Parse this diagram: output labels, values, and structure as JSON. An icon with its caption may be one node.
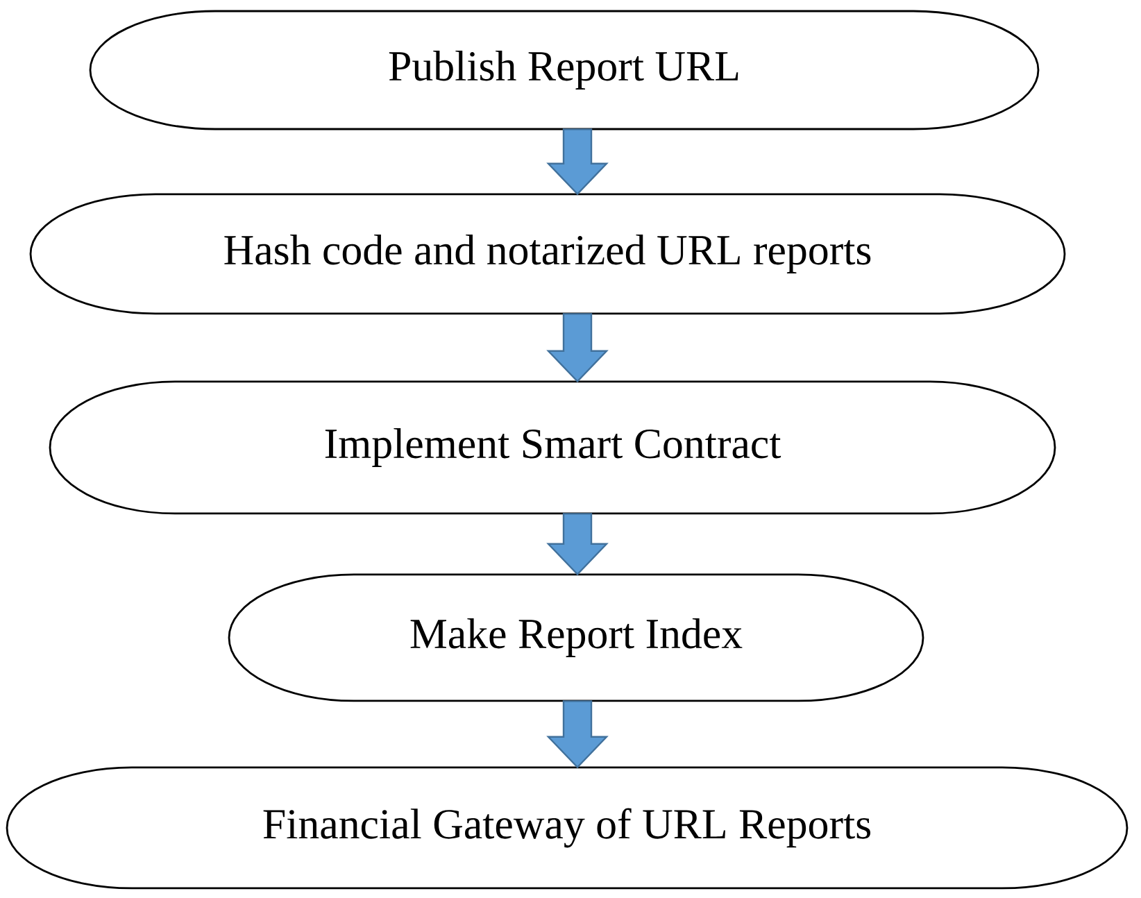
{
  "diagram": {
    "nodes": [
      {
        "text": [
          "Publish Report URL"
        ]
      },
      {
        "text": [
          "Hash code and notarized URL reports"
        ]
      },
      {
        "text": [
          "Implement Smart Contract"
        ]
      },
      {
        "text": [
          "Make Report Index"
        ]
      },
      {
        "text": [
          "Financial Gateway of URL Reports"
        ]
      }
    ],
    "edges": [
      {
        "from": 0,
        "to": 1,
        "arrow": "to"
      },
      {
        "from": 1,
        "to": 2,
        "arrow": "to"
      },
      {
        "from": 2,
        "to": 3,
        "arrow": "to"
      },
      {
        "from": 3,
        "to": 4,
        "arrow": "to"
      }
    ]
  }
}
